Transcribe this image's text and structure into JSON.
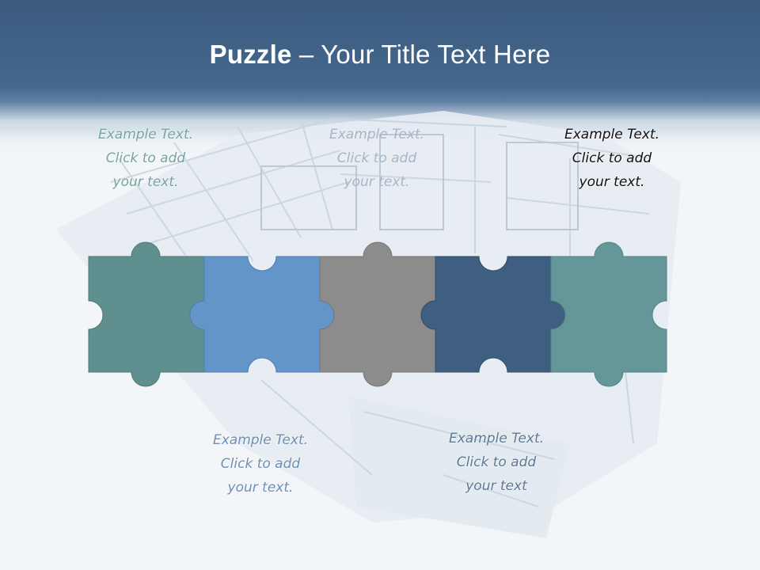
{
  "slide": {
    "title_bold": "Puzzle",
    "title_rest": " – Your Title Text Here"
  },
  "labels": [
    {
      "line1": "Example Text.",
      "line2": "Click  to add",
      "line3": "your text."
    },
    {
      "line1": "Example Text.",
      "line2": "Click  to add",
      "line3": "your text."
    },
    {
      "line1": "Example Text.",
      "line2": "Click  to add",
      "line3": "your text."
    },
    {
      "line1": "Example Text.",
      "line2": "Click  to add",
      "line3": "your text."
    },
    {
      "line1": "Example Text.",
      "line2": "Click  to add",
      "line3": "your text"
    }
  ],
  "colors": {
    "header": "#3a5a7e",
    "piece_1": "#5f8f8f",
    "piece_2": "#6395c8",
    "piece_3": "#8c8c8c",
    "piece_4": "#3f5f80",
    "piece_5": "#65979a"
  },
  "background_image": "architectural-floor-plan-model"
}
